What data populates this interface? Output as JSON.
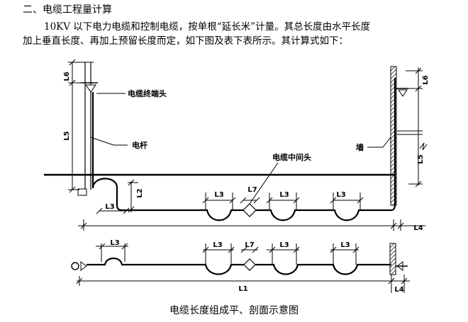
{
  "heading": "二、电缆工程量计算",
  "paragraph": {
    "line1": "10KV 以下电力电缆和控制电缆，按单根“延长米”计量。其总长度由水平长度",
    "line2": "加上垂直长度、再加上预留长度而定，如下图及表下表所示。其计算式如下："
  },
  "figure": {
    "labels": {
      "terminal": "电缆终端头",
      "pole": "电杆",
      "joint": "电缆中间头",
      "wall": "墙"
    },
    "dims": {
      "L1": "L1",
      "L2": "L2",
      "L3": "L3",
      "L4": "L4",
      "L5": "L5",
      "L6": "L6",
      "L7": "L7"
    },
    "caption": "电缆长度组成平、剖面示意图"
  }
}
